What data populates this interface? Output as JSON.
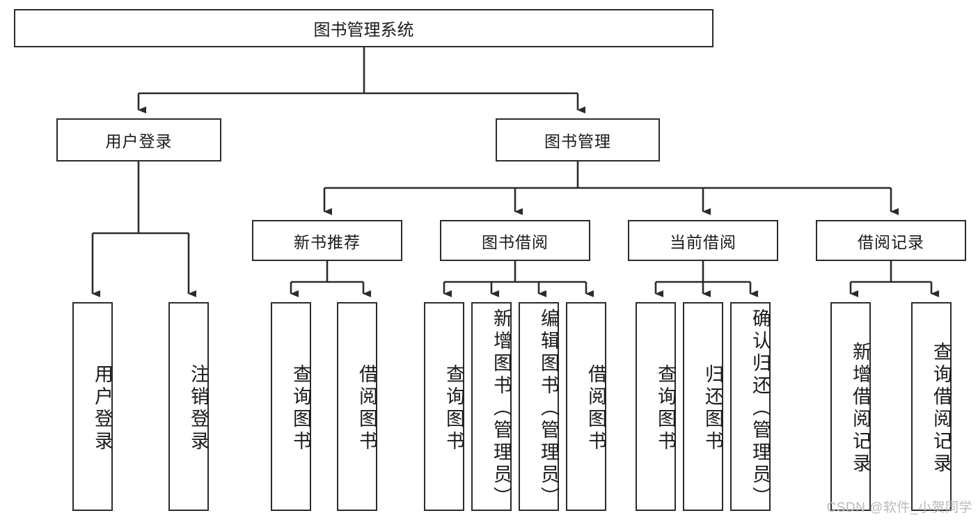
{
  "diagram": {
    "title": "图书管理系统",
    "type": "hierarchy-tree",
    "root": {
      "id": "root",
      "label": "图书管理系统"
    },
    "level2": [
      {
        "id": "user-login",
        "label": "用户登录"
      },
      {
        "id": "book-management",
        "label": "图书管理"
      }
    ],
    "level3": [
      {
        "id": "new-book-recommend",
        "label": "新书推荐",
        "parent": "book-management"
      },
      {
        "id": "book-borrow",
        "label": "图书借阅",
        "parent": "book-management"
      },
      {
        "id": "current-borrow",
        "label": "当前借阅",
        "parent": "book-management"
      },
      {
        "id": "borrow-record",
        "label": "借阅记录",
        "parent": "book-management"
      }
    ],
    "leaves": [
      {
        "id": "leaf-user-login",
        "label": "用户登录",
        "parent": "user-login"
      },
      {
        "id": "leaf-logout-login",
        "label": "注销登录",
        "parent": "user-login"
      },
      {
        "id": "leaf-query-book-1",
        "label": "查询图书",
        "parent": "new-book-recommend"
      },
      {
        "id": "leaf-borrow-book-1",
        "label": "借阅图书",
        "parent": "new-book-recommend"
      },
      {
        "id": "leaf-query-book-2",
        "label": "查询图书",
        "parent": "book-borrow"
      },
      {
        "id": "leaf-add-book-admin",
        "label": "新增图书（管理员）",
        "parent": "book-borrow"
      },
      {
        "id": "leaf-edit-book-admin",
        "label": "编辑图书（管理员）",
        "parent": "book-borrow"
      },
      {
        "id": "leaf-borrow-book-2",
        "label": "借阅图书",
        "parent": "book-borrow"
      },
      {
        "id": "leaf-query-book-3",
        "label": "查询图书",
        "parent": "current-borrow"
      },
      {
        "id": "leaf-return-book",
        "label": "归还图书",
        "parent": "current-borrow"
      },
      {
        "id": "leaf-confirm-return-admin",
        "label": "确认归还（管理员）",
        "parent": "current-borrow"
      },
      {
        "id": "leaf-add-borrow-record",
        "label": "新增借阅记录",
        "parent": "borrow-record"
      },
      {
        "id": "leaf-query-borrow-record",
        "label": "查询借阅记录",
        "parent": "borrow-record"
      }
    ]
  },
  "watermark": {
    "text": "CSDN @软件_小贺同学"
  },
  "colors": {
    "stroke": "#2b2b2b",
    "background": "#ffffff",
    "text": "#1a1a1a",
    "watermark": "#b9b9b9"
  }
}
